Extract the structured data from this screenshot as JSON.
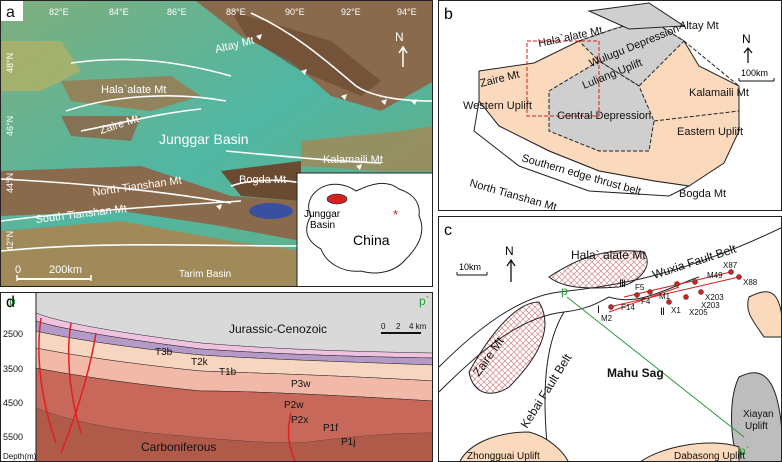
{
  "panel_a": {
    "letter": "a",
    "lon_ticks": [
      "82°E",
      "84°E",
      "86°E",
      "88°E",
      "90°E",
      "92°E",
      "94°E"
    ],
    "lat_ticks": [
      "48°N",
      "46°N",
      "44°N",
      "42°N"
    ],
    "labels": {
      "altay": "Altay Mt",
      "halaalate": "Hala`alate Mt",
      "zaire": "Zaire Mt",
      "basin": "Junggar Basin",
      "kalamaili": "Kalamaili Mt",
      "north_tianshan": "North Tianshan Mt",
      "bogda": "Bogda Mt",
      "south_tianshan": "South Tianshan Mt",
      "tarim": "Tarim Basin"
    },
    "scale": {
      "zero": "0",
      "end": "200km"
    },
    "north": "N",
    "inset": {
      "basin": "Junggar\nBasin",
      "country": "China"
    }
  },
  "panel_b": {
    "letter": "b",
    "labels": {
      "altay": "Altay Mt",
      "halaalate": "Hala`alate Mt",
      "wulugu": "Wulugu Depression",
      "luliang": "Luliang Uplift",
      "zaire": "Zaire Mt",
      "western": "Western Uplift",
      "kalamaili": "Kalamaili Mt",
      "central": "Central Depression",
      "eastern": "Eastern Uplift",
      "southern_edge": "Southern edge thrust belt",
      "north_tianshan": "North Tianshan Mt",
      "bogda": "Bogda Mt"
    },
    "north": "N",
    "scale": "100km"
  },
  "panel_c": {
    "letter": "c",
    "labels": {
      "halaalate": "Hala` alate Mt",
      "wuxia": "Wuxia Fault Belt",
      "zaire": "Zaire Mt",
      "kebai": "Kebai Fault Belt",
      "mahu": "Mahu Sag",
      "xiayan": "Xiayan\nUplift",
      "zhongguai": "Zhongguai Uplift",
      "dabasong": "Dabasong Uplift",
      "p": "p",
      "p_prime": "p`"
    },
    "north": "N",
    "scale": "10km",
    "zones": [
      "Ⅰ",
      "Ⅱ",
      "Ⅲ"
    ],
    "wells": [
      "F5",
      "M49",
      "X87",
      "X88",
      "F14",
      "F4",
      "M1",
      "X203",
      "X203",
      "X205",
      "X1",
      "M2"
    ]
  },
  "panel_d": {
    "letter": "d",
    "p": "p",
    "p_prime": "p`",
    "depth_ticks": [
      "2500",
      "3500",
      "4500",
      "5500"
    ],
    "depth_label": "Depth(m)",
    "scale": [
      "0",
      "2",
      "4 km"
    ],
    "units": {
      "jurassic": "Jurassic-Cenozoic",
      "t3b": "T3b",
      "t2k": "T2k",
      "t1b": "T1b",
      "p3w": "P3w",
      "p2w": "P2w",
      "p2x": "P2x",
      "p1f": "P1f",
      "p1j": "P1j",
      "carb": "Carboniferous"
    }
  }
}
